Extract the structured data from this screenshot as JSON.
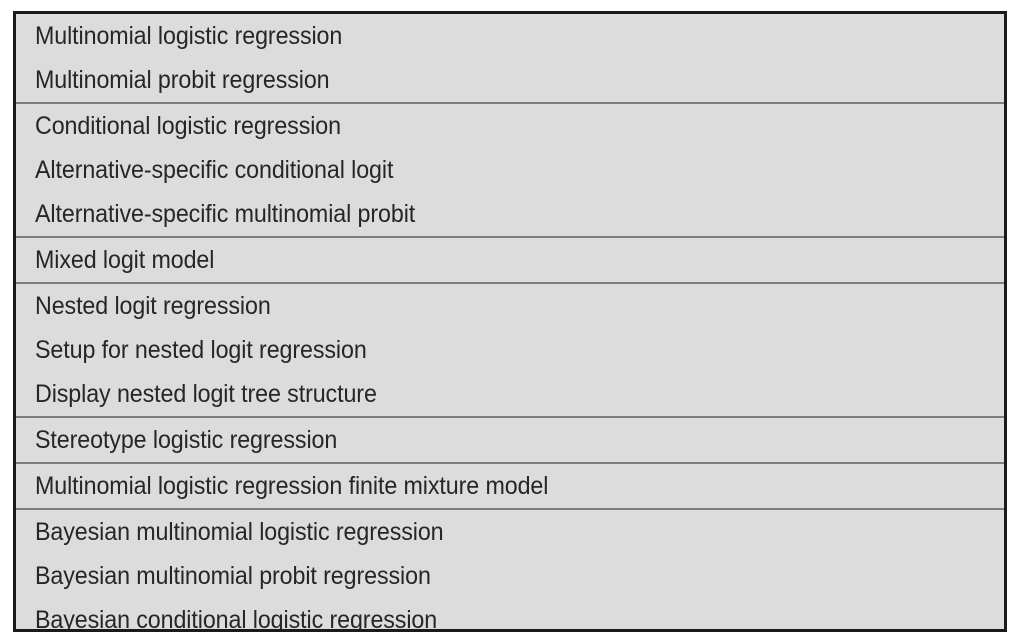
{
  "table": {
    "name": "multinomial-and-discrete-choice-models-list",
    "background_color": "#dcdcdc",
    "border_color": "#1a1a1a",
    "separator_color": "#7d7d7d",
    "text_color": "#262626",
    "groups": [
      {
        "rows": [
          "Multinomial logistic regression",
          "Multinomial probit regression"
        ]
      },
      {
        "rows": [
          "Conditional logistic regression",
          "Alternative-specific conditional logit",
          "Alternative-specific multinomial probit"
        ]
      },
      {
        "rows": [
          "Mixed logit model"
        ]
      },
      {
        "rows": [
          "Nested logit regression",
          "Setup for nested logit regression",
          "Display nested logit tree structure"
        ]
      },
      {
        "rows": [
          "Stereotype logistic regression"
        ]
      },
      {
        "rows": [
          "Multinomial logistic regression finite mixture model"
        ]
      },
      {
        "rows": [
          "Bayesian multinomial logistic regression",
          "Bayesian multinomial probit regression",
          "Bayesian conditional logistic regression"
        ]
      }
    ]
  }
}
